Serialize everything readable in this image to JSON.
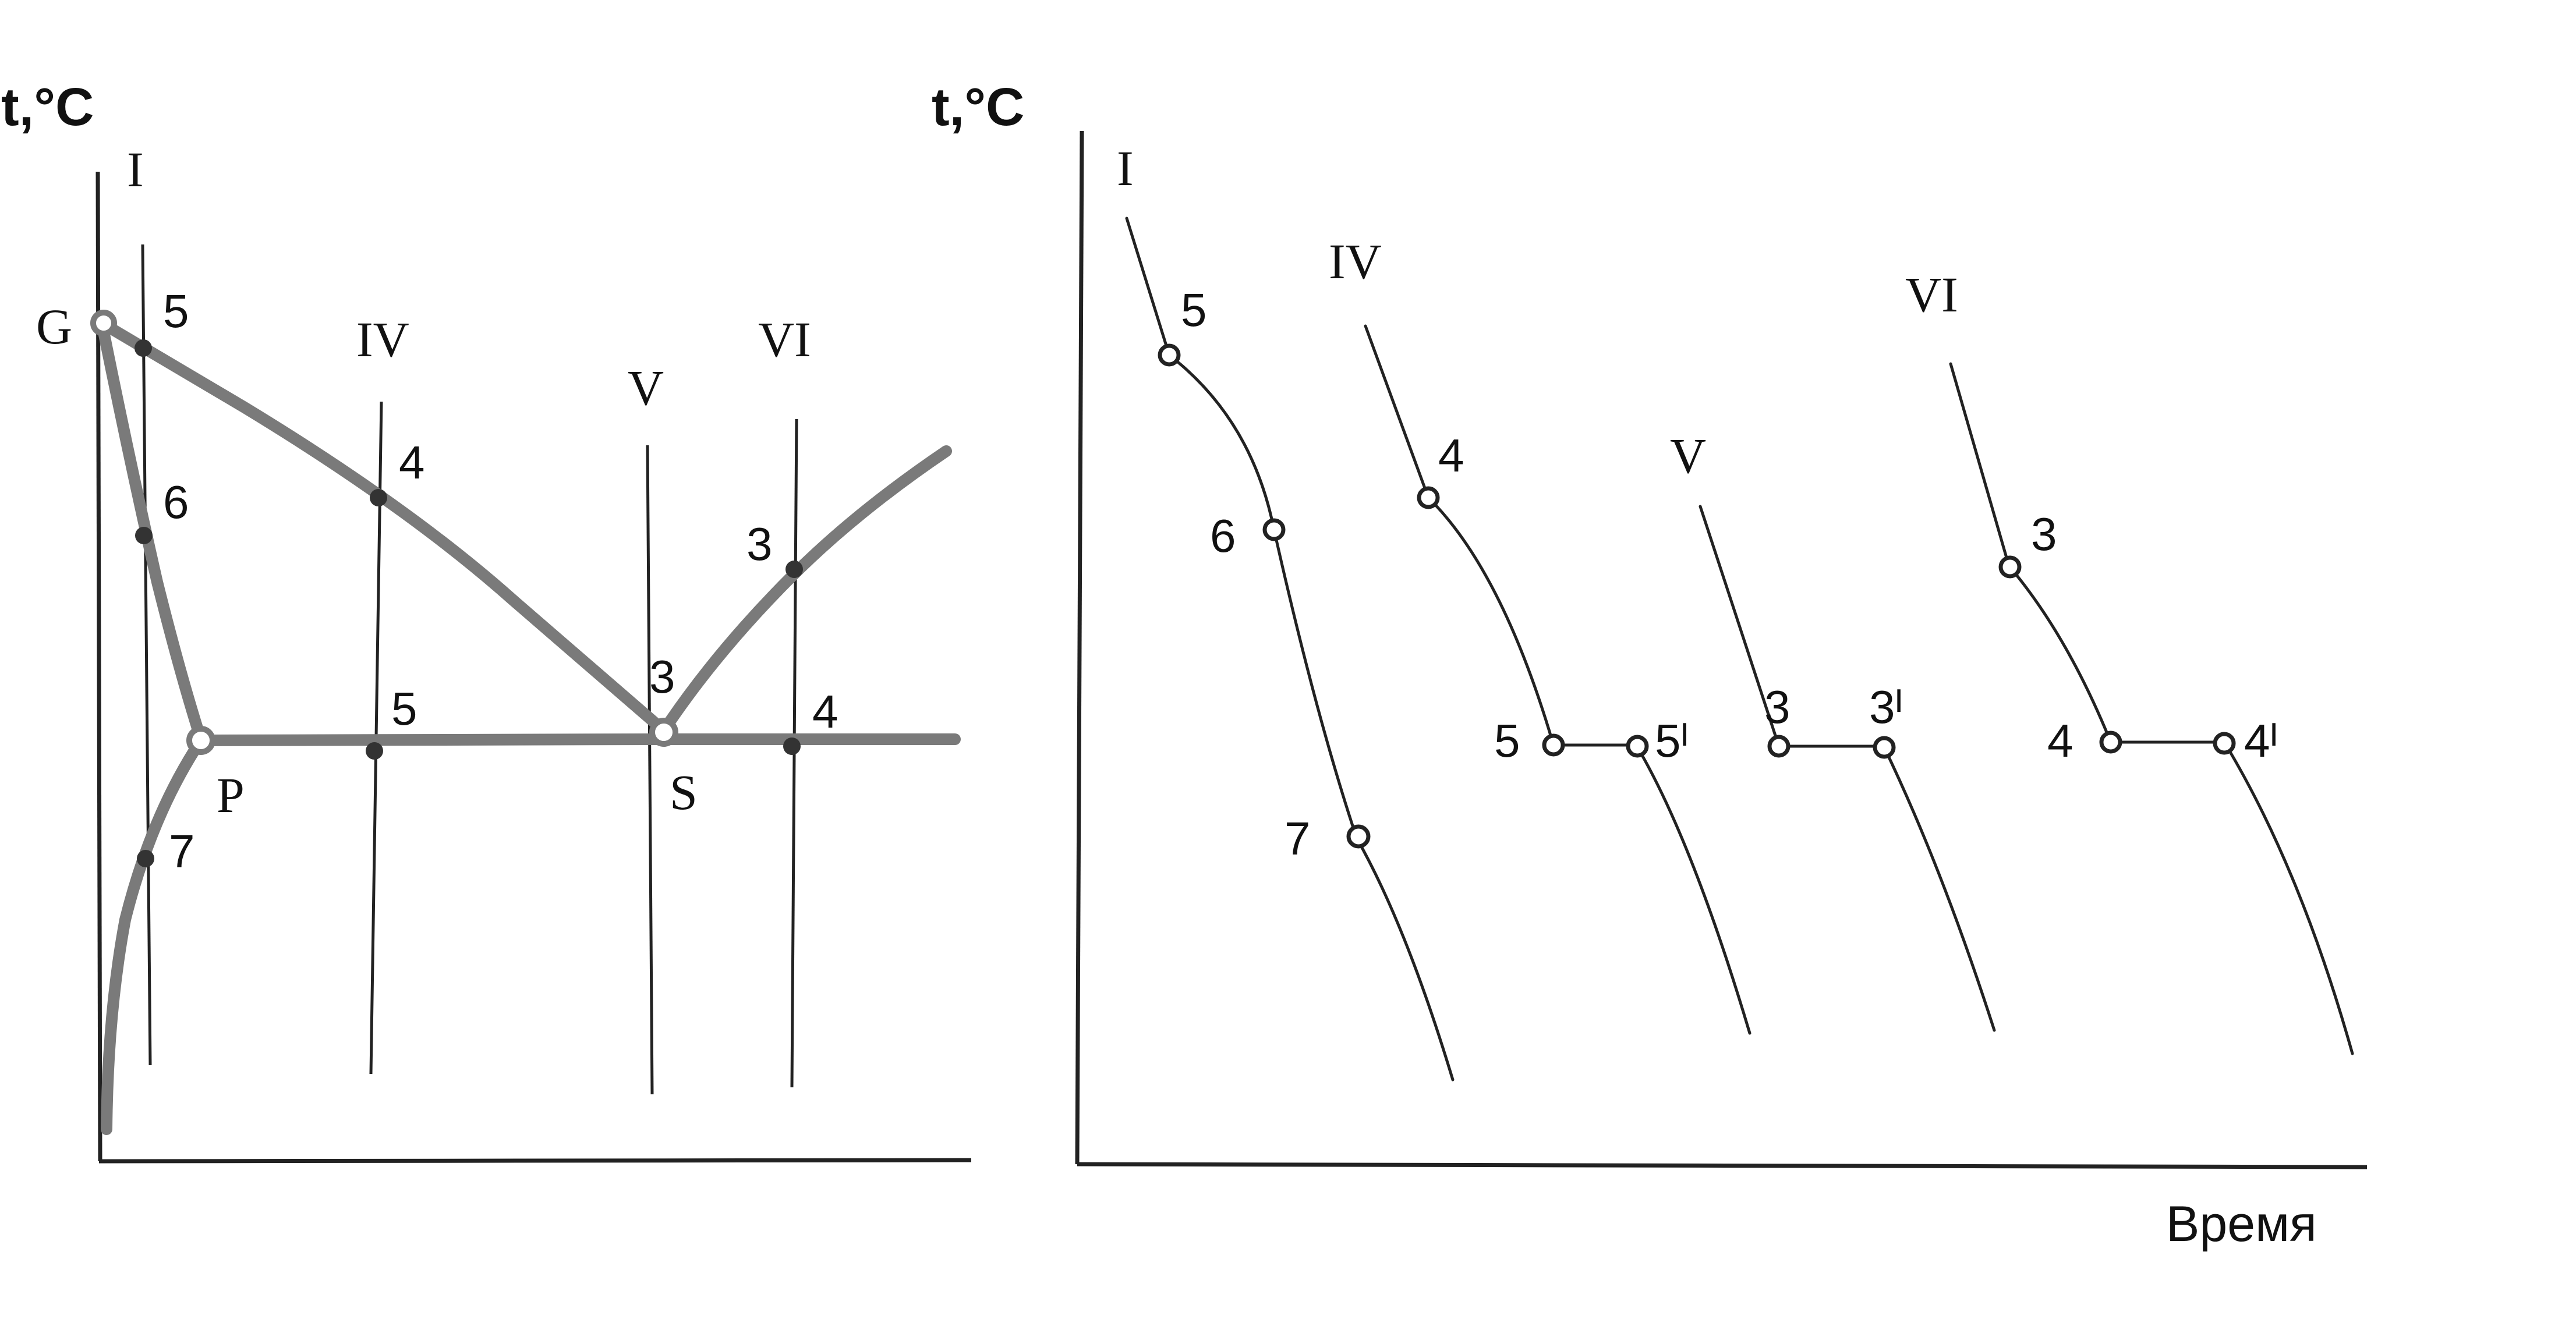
{
  "colors": {
    "phase_line": "#7a7a7a",
    "ink": "#1a1a1a",
    "background": "#ffffff"
  },
  "phase_diagram": {
    "y_axis_label": "t,°C",
    "alloy_labels": [
      "I",
      "IV",
      "V",
      "VI"
    ],
    "point_labels": [
      "G",
      "P",
      "S"
    ],
    "alloy_I_points": [
      "5",
      "6",
      "7"
    ],
    "alloy_IV_points": [
      "4",
      "5"
    ],
    "alloy_V_points": [
      "3"
    ],
    "alloy_VI_points": [
      "3",
      "4"
    ]
  },
  "cooling_curves": {
    "y_axis_label": "t,°C",
    "x_axis_label": "Время",
    "curves": [
      {
        "label": "I",
        "points": [
          "5",
          "6",
          "7"
        ]
      },
      {
        "label": "IV",
        "points": [
          "4",
          "5",
          "5ᴵ"
        ]
      },
      {
        "label": "V",
        "points": [
          "3",
          "3ᴵ"
        ]
      },
      {
        "label": "VI",
        "points": [
          "3",
          "4",
          "4ᴵ"
        ]
      }
    ]
  }
}
